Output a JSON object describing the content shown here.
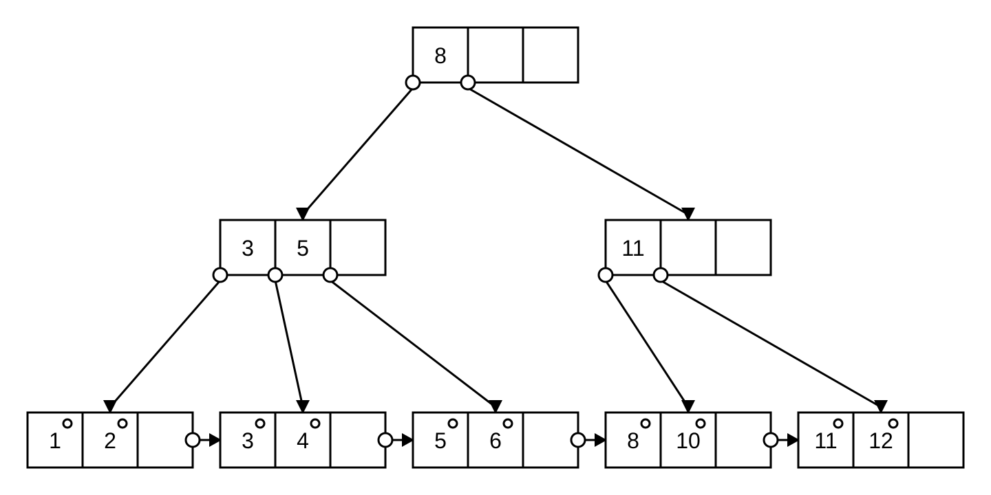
{
  "tree": {
    "root": {
      "keys": [
        "8",
        "",
        ""
      ],
      "children": [
        1,
        2
      ]
    },
    "internal": [
      {
        "keys": [
          "3",
          "5",
          ""
        ],
        "children": [
          0,
          1,
          2
        ]
      },
      {
        "keys": [
          "11",
          "",
          ""
        ],
        "children": [
          3,
          4
        ]
      }
    ],
    "leaves": [
      {
        "keys": [
          "1",
          "2",
          ""
        ]
      },
      {
        "keys": [
          "3",
          "4",
          ""
        ]
      },
      {
        "keys": [
          "5",
          "6",
          ""
        ]
      },
      {
        "keys": [
          "8",
          "10",
          ""
        ]
      },
      {
        "keys": [
          "11",
          "12",
          ""
        ]
      }
    ]
  },
  "colors": {
    "stroke": "#000000",
    "fill": "#ffffff"
  }
}
